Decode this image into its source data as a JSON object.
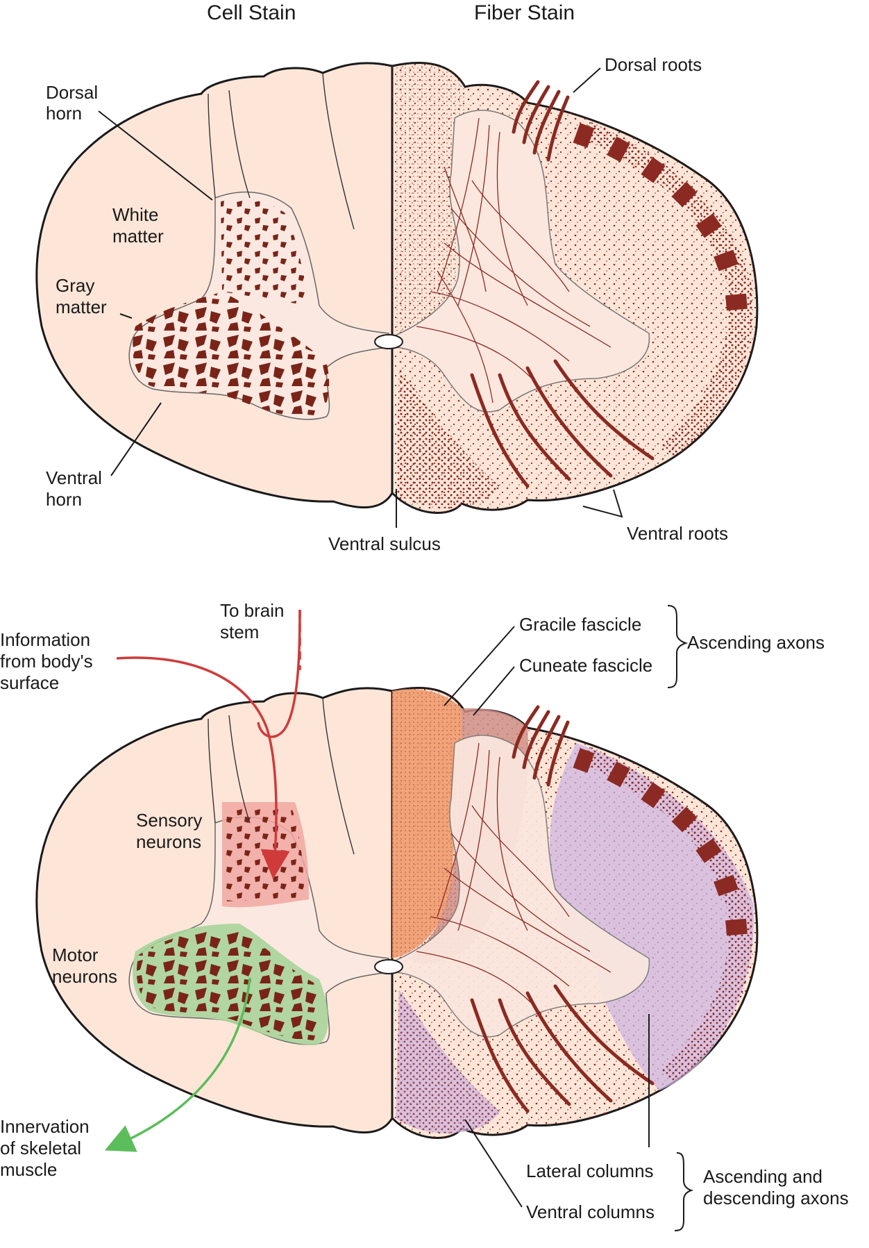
{
  "headers": {
    "cell_stain": "Cell Stain",
    "fiber_stain": "Fiber Stain"
  },
  "top": {
    "dorsal_horn": [
      "Dorsal",
      "horn"
    ],
    "white_matter": [
      "White",
      "matter"
    ],
    "gray_matter": [
      "Gray",
      "matter"
    ],
    "ventral_horn": [
      "Ventral",
      "horn"
    ],
    "ventral_sulcus": "Ventral sulcus",
    "dorsal_roots": "Dorsal roots",
    "ventral_roots": "Ventral roots"
  },
  "bottom": {
    "to_brain_stem": [
      "To brain",
      "stem"
    ],
    "information": [
      "Information",
      "from body's",
      "surface"
    ],
    "sensory_neurons": [
      "Sensory",
      "neurons"
    ],
    "motor_neurons": [
      "Motor",
      "neurons"
    ],
    "innervation": [
      "Innervation",
      "of skeletal",
      "muscle"
    ],
    "gracile_fascicle": "Gracile fascicle",
    "cuneate_fascicle": "Cuneate fascicle",
    "ascending_axons": "Ascending axons",
    "lateral_columns": "Lateral columns",
    "ventral_columns": "Ventral columns",
    "ascending_descending": [
      "Ascending and",
      "descending axons"
    ]
  },
  "colors": {
    "tissue": "#fde6d8",
    "outline": "#1a1a1a",
    "fiber_stain": "#8b2a22",
    "fiber_light": "#c27a6e",
    "sensory_region": "#f1a7a2",
    "motor_region": "#a9d49a",
    "gracile_region": "#ef9a6b",
    "cuneate_region": "#cf8f88",
    "lateral_ventral_columns": "#cdb6e2",
    "sensory_arrow": "#cf3b3b",
    "motor_arrow": "#5bbd5b"
  }
}
